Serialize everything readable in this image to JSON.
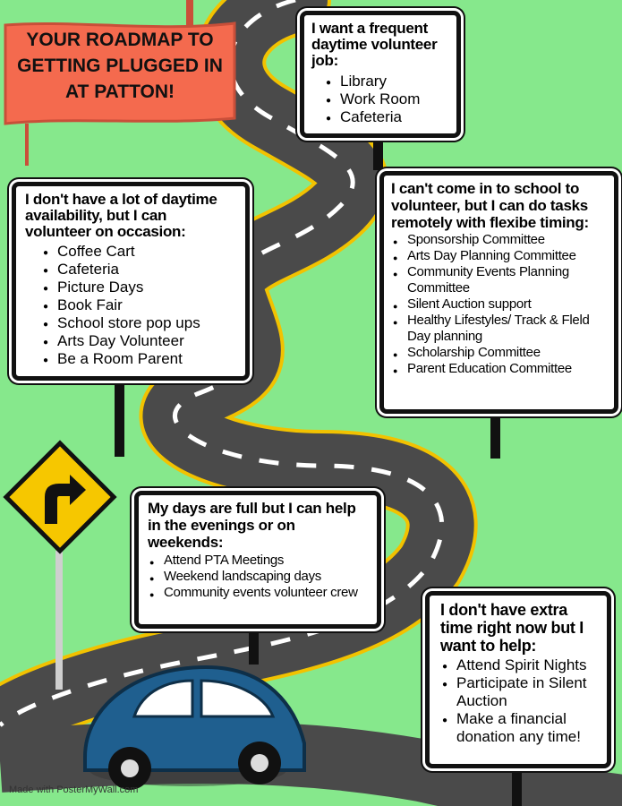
{
  "banner": {
    "title": "YOUR ROADMAP TO GETTING PLUGGED IN AT PATTON!"
  },
  "signs": {
    "frequent": {
      "heading": "I want a frequent daytime volunteer job:",
      "items": [
        "Library",
        "Work Room",
        "Cafeteria"
      ]
    },
    "occasional": {
      "heading": "I don't have a lot of daytime availability, but I can volunteer on occasion:",
      "items": [
        "Coffee Cart",
        "Cafeteria",
        "Picture Days",
        "Book Fair",
        "School store pop ups",
        "Arts Day Volunteer",
        "Be a Room Parent"
      ]
    },
    "remote": {
      "heading": "I can't come in to school to volunteer, but I can do tasks remotely with flexibe timing:",
      "items": [
        "Sponsorship Committee",
        "Arts Day Planning Committee",
        "Community Events Planning Committee",
        "Silent Auction support",
        "Healthy Lifestyles/ Track & Fleld Day planning",
        "Scholarship Committee",
        "Parent Education Committee"
      ]
    },
    "evenings": {
      "heading": "My days are full but I can help in the evenings or on weekends:",
      "items": [
        "Attend PTA Meetings",
        "Weekend landscaping days",
        "Community events volunteer crew"
      ]
    },
    "extra": {
      "heading": "I don't have extra time right now but I want to help:",
      "items": [
        "Attend Spirit Nights",
        "Participate in Silent Auction",
        "Make a financial donation any time!"
      ]
    }
  },
  "icons": {
    "road_sign": "right-turn-arrow-icon",
    "car": "car-icon"
  },
  "colors": {
    "background": "#86e88c",
    "banner": "#f46a4e",
    "road": "#4a4a4a",
    "road_edge": "#f2c200",
    "car": "#1f5f8f"
  },
  "watermark": "Made with PosterMyWall.com"
}
